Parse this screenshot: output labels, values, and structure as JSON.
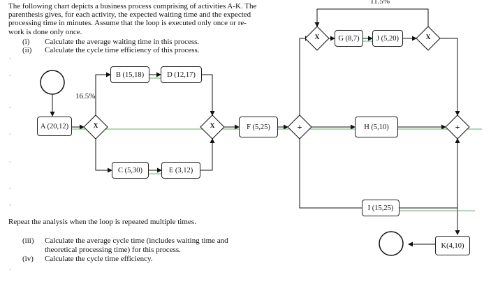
{
  "intro": {
    "line1": "The following chart depicts a business process comprising of activities A-K. The",
    "line2": "parenthesis gives, for each activity, the expected waiting time and the expected",
    "line3": "processing time in minutes. Assume that the loop is executed only once or re-",
    "line4": "work is done only once.",
    "q1_num": "(i)",
    "q1": "Calculate the average waiting time in this process.",
    "q2_num": "(ii)",
    "q2": "Calculate the cycle time efficiency of this process."
  },
  "repeat": {
    "text": "Repeat the analysis when the loop is repeated multiple times.",
    "q3_num": "(iii)",
    "q3_line1": "Calculate the average cycle time (includes waiting time and",
    "q3_line2": "theoretical processing time) for this process.",
    "q4_num": "(iv)",
    "q4": "Calculate the cycle time efficiency."
  },
  "diagram": {
    "percent_top": "11.5%",
    "percent_loop": "16.5%",
    "nodes": {
      "a": "A (20,12)",
      "b": "B (15,18)",
      "c": "C (5,30)",
      "d": "D (12,17)",
      "e": "E (3,12)",
      "f": "F (5,25)",
      "g": "G (8,7)",
      "h": "H (5,10)",
      "i": "I (15,25)",
      "j": "J (5,20)",
      "k": "K(4,10)"
    },
    "gateways": {
      "x1": "X",
      "x2": "X",
      "x3": "X",
      "x4": "X",
      "p1": "+",
      "p2": "+"
    }
  }
}
